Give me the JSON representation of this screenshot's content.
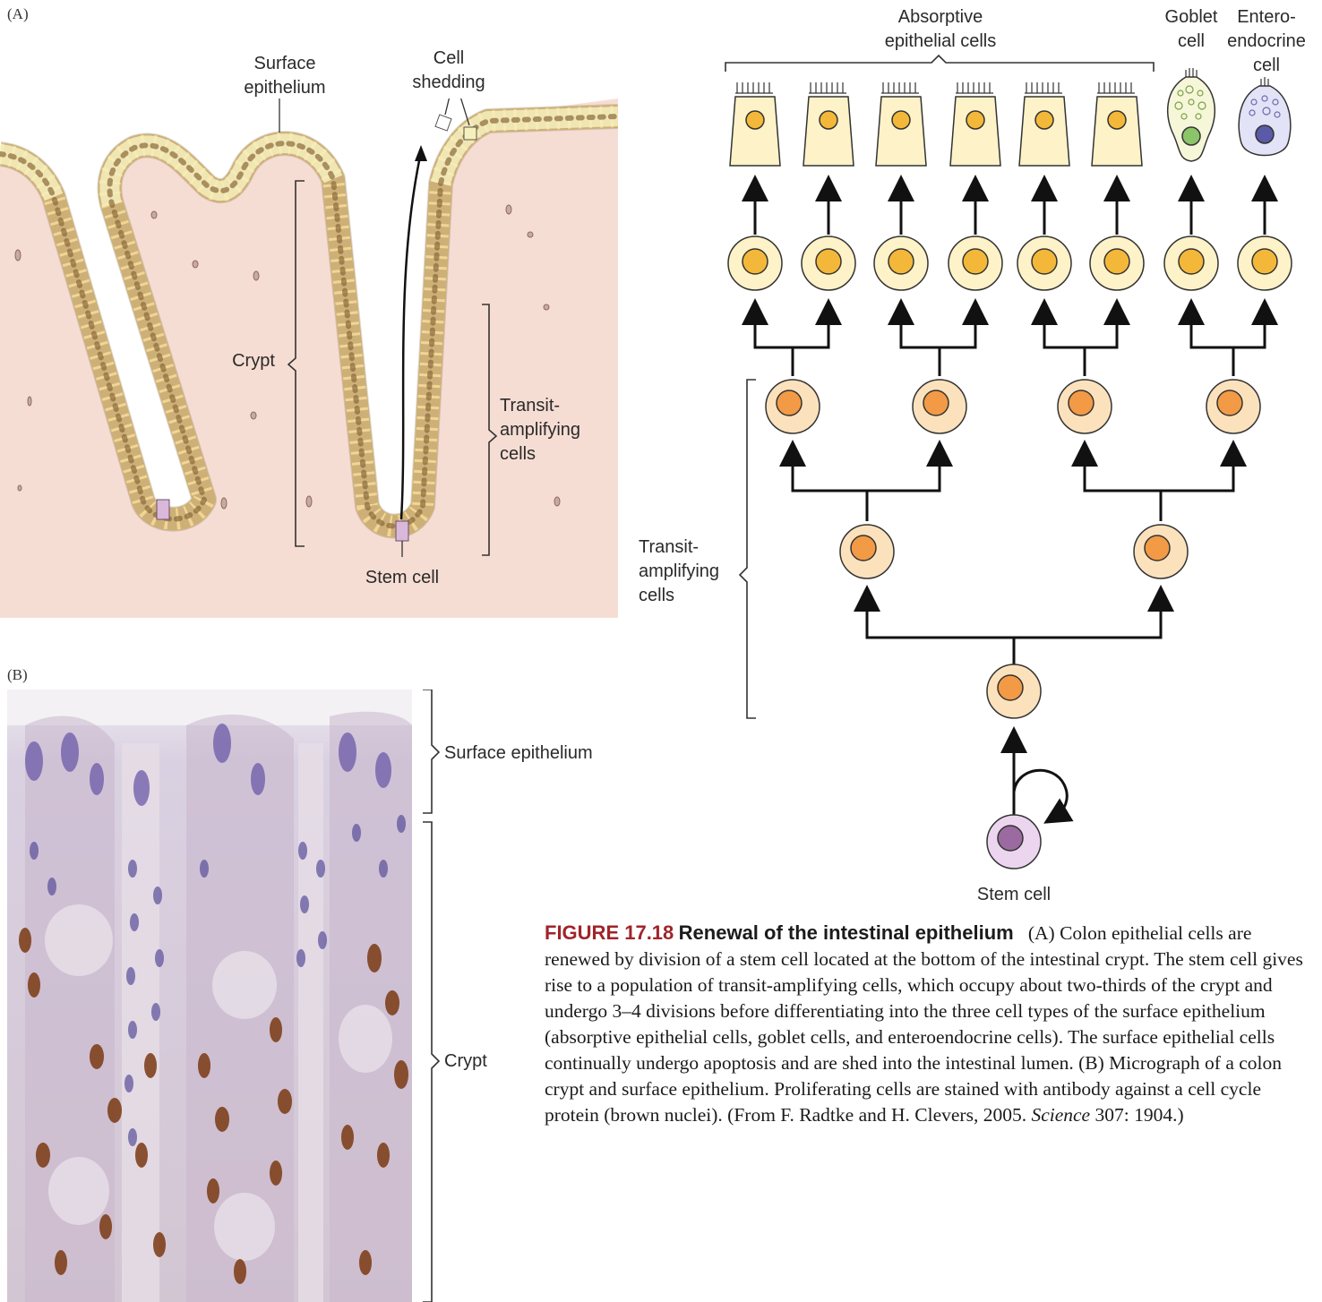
{
  "panel_a": {
    "label": "(A)",
    "surface_epithelium": [
      "Surface",
      "epithelium"
    ],
    "cell_shedding": [
      "Cell",
      "shedding"
    ],
    "crypt": "Crypt",
    "transit_amplifying": [
      "Transit-",
      "amplifying",
      "cells"
    ],
    "stem_cell": "Stem cell"
  },
  "panel_b": {
    "label": "(B)",
    "surface_epithelium": "Surface epithelium",
    "crypt": "Crypt"
  },
  "tree": {
    "absorptive": [
      "Absorptive",
      "epithelial cells"
    ],
    "goblet": [
      "Goblet",
      "cell"
    ],
    "enteroendocrine": [
      "Entero-",
      "endocrine",
      "cell"
    ],
    "transit_amplifying": [
      "Transit-",
      "amplifying",
      "cells"
    ],
    "stem_cell": "Stem cell"
  },
  "colors": {
    "tissue_bg": "#f6ddd3",
    "surface_cell": "#f6f0bd",
    "crypt_cell": "#f2cf8c",
    "stem_cell": "#d9b8d9",
    "transit_cell_light": "#fbe2bd",
    "transit_cell_nucleus": "#f29a45",
    "diff_cell_nucleus": "#f3b83a",
    "accent_caption": "#a0242b"
  },
  "caption": {
    "figure_number": "FIGURE 17.18",
    "title": "Renewal of the intestinal epithelium",
    "text_a": "(A) Colon epithelial cells are renewed by division of a stem cell located at the bottom of the intestinal crypt. The stem cell gives rise to a population of transit-amplifying cells, which occupy about two-thirds of the crypt and undergo 3–4 divisions before differentiating into the three cell types of the surface epithelium (absorptive epithelial cells, goblet cells, and enteroendocrine cells). The surface epithelial cells continually undergo apoptosis and are shed into the intestinal lumen.",
    "text_b": "(B) Micrograph of a colon crypt and surface epithelium. Proliferating cells are stained with antibody against a cell cycle protein (brown nuclei). (From F. Radtke and H. Clevers, 2005.",
    "journal": "Science",
    "citation_end": "307: 1904.)"
  }
}
